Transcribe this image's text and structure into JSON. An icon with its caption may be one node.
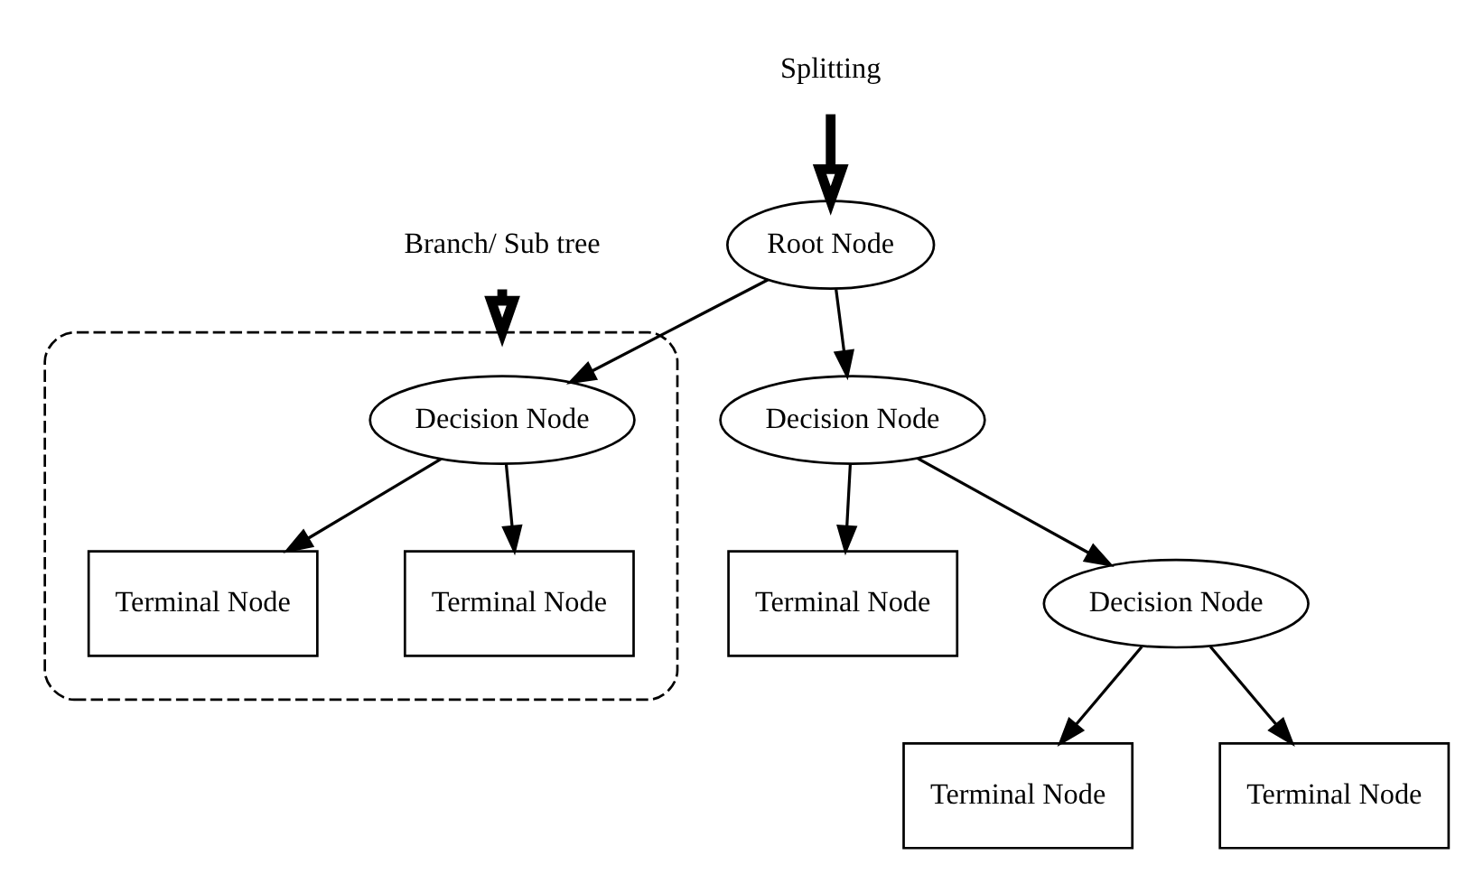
{
  "diagram": {
    "nodes": [
      {
        "text": [
          "Root Node"
        ]
      },
      {
        "text": [
          "Splitting"
        ]
      },
      {
        "text": [
          "Decision Node"
        ]
      },
      {
        "text": [
          "Branch/ Sub tree"
        ]
      },
      {
        "text": [],
        "shape": "box"
      },
      {
        "text": [
          "Decision Node"
        ],
        "in": 4
      },
      {
        "text": [
          "Terminal Node"
        ]
      },
      {
        "text": [
          "Decision Node"
        ]
      },
      {
        "text": [
          "Terminal Node"
        ],
        "in": 4
      },
      {
        "text": [
          "Terminal Node"
        ],
        "in": 4
      },
      {
        "text": [
          "Terminal Node"
        ]
      },
      {
        "text": [
          "Terminal Node"
        ]
      }
    ],
    "edges": [
      {
        "from": 1,
        "to": 0,
        "arrow": "to",
        "style": "thick"
      },
      {
        "from": 0,
        "to": 2,
        "arrow": "to"
      },
      {
        "from": 0,
        "to": 5,
        "arrow": "to"
      },
      {
        "from": 3,
        "to": 4,
        "arrow": "to",
        "style": "thick"
      },
      {
        "from": 2,
        "to": 6,
        "arrow": "to"
      },
      {
        "from": 2,
        "to": 7,
        "arrow": "to"
      },
      {
        "from": 5,
        "to": 8,
        "arrow": "to"
      },
      {
        "from": 5,
        "to": 9,
        "arrow": "to"
      },
      {
        "from": 7,
        "to": 10,
        "arrow": "to"
      },
      {
        "from": 7,
        "to": 11,
        "arrow": "to"
      }
    ]
  }
}
